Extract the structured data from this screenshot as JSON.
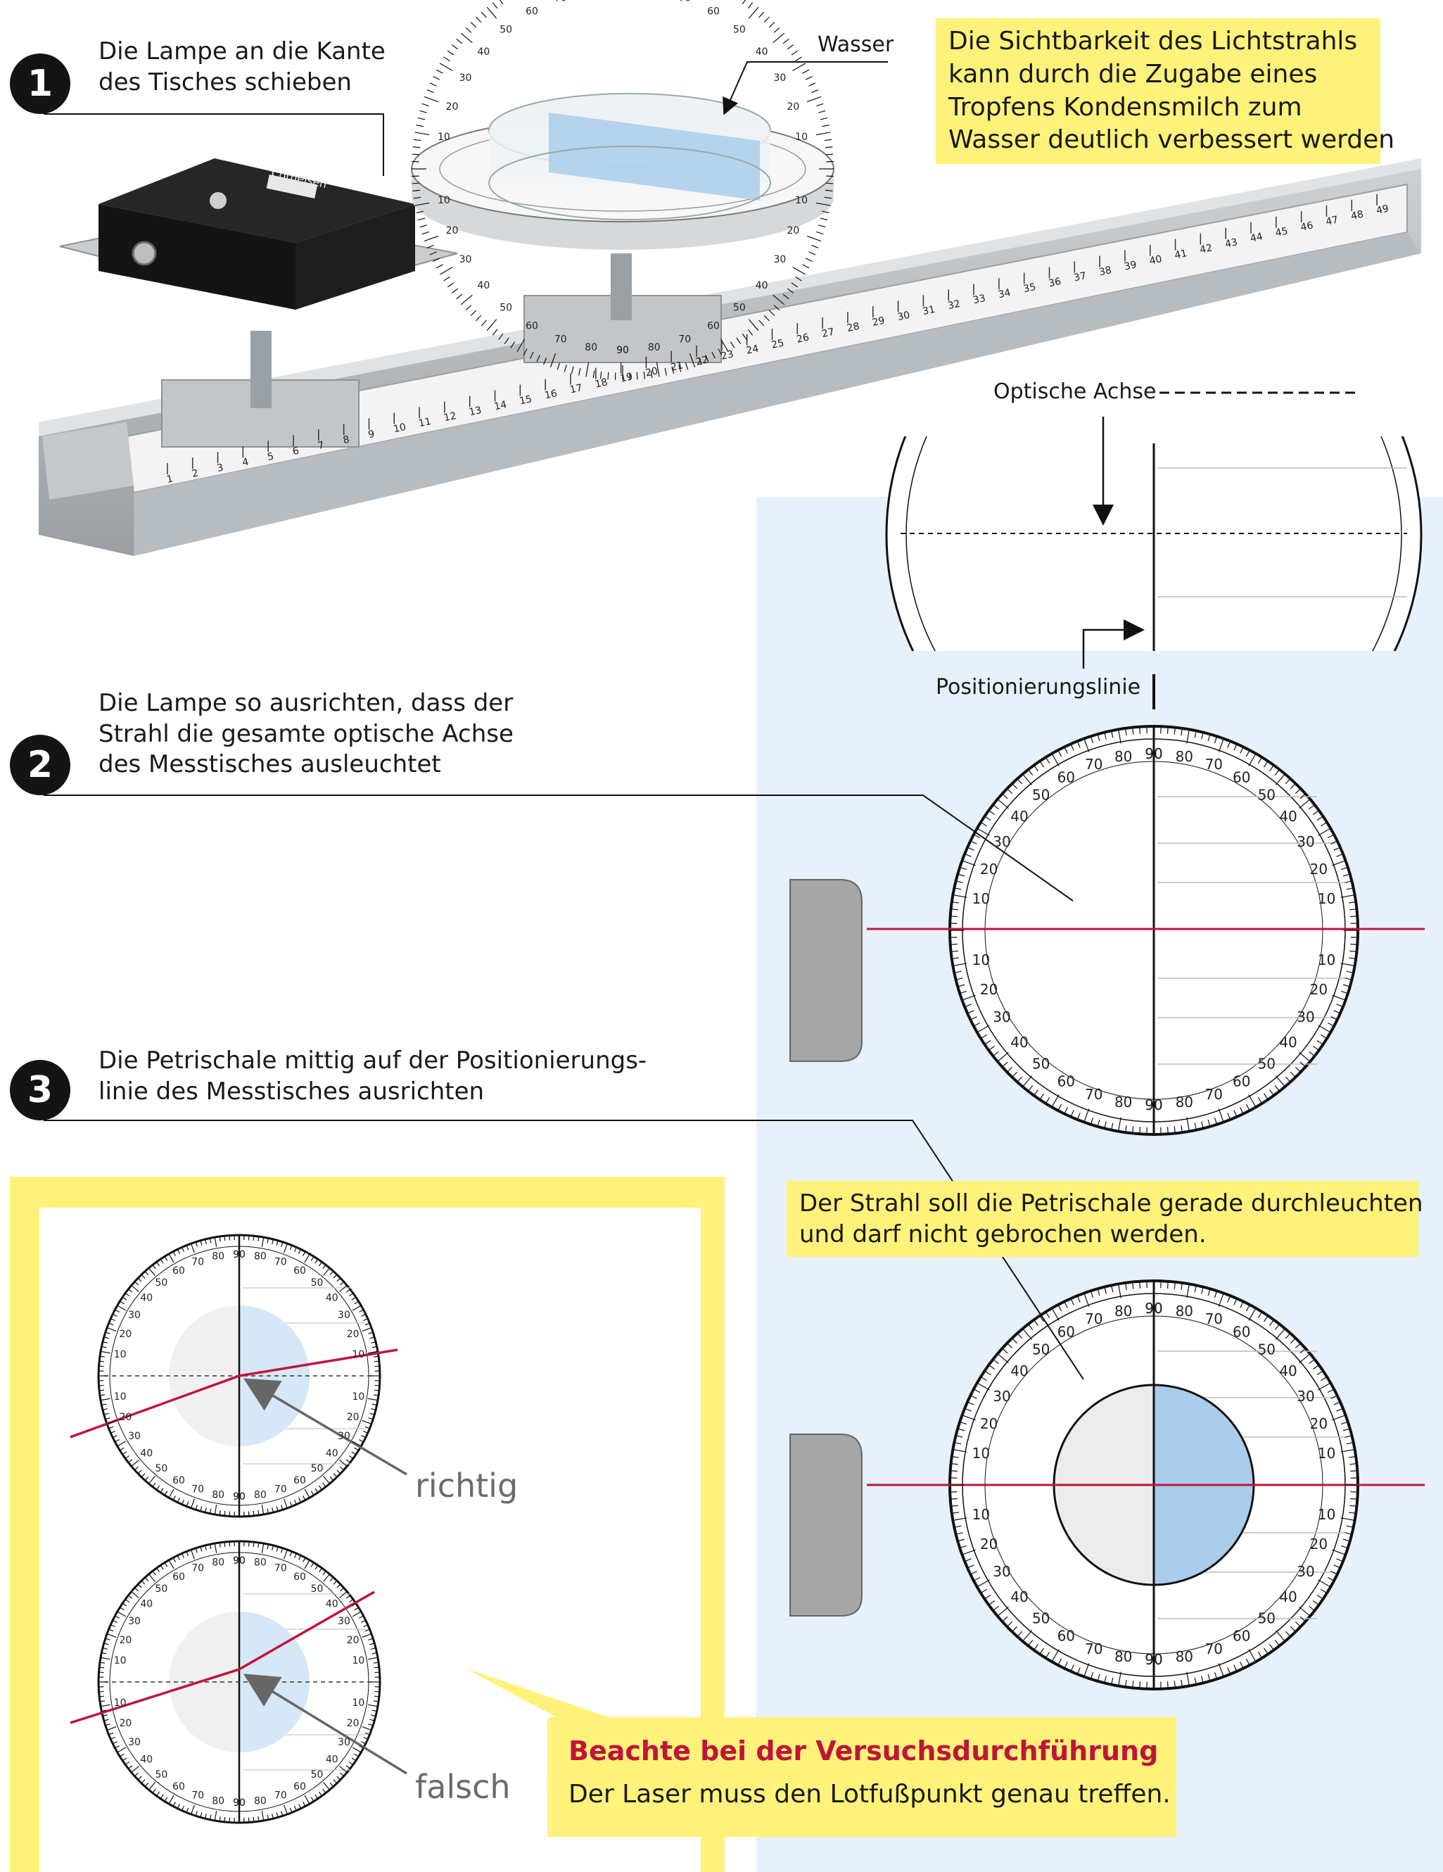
{
  "steps": [
    {
      "number": "1",
      "line1": "Die Lampe an die Kante",
      "line2": "des Tisches schieben"
    },
    {
      "number": "2",
      "line1": "Die Lampe so ausrichten, dass der",
      "line2": "Strahl die gesamte optische Achse",
      "line3": "des Messtisches ausleuchtet"
    },
    {
      "number": "3",
      "line1": "Die Petrischale mittig auf der Positionierungs-",
      "line2": "linie des Messtisches ausrichten"
    }
  ],
  "labels": {
    "water": "Wasser",
    "optical_axis": "Optische Achse",
    "positioning_line": "Positionierungslinie",
    "correct": "richtig",
    "wrong": "falsch"
  },
  "callouts": {
    "visibility": {
      "line1": "Die Sichtbarkeit des Lichtstrahls",
      "line2": "kann durch die Zugabe eines",
      "line3": "Tropfens Kondensmilch zum",
      "line4": "Wasser deutlich verbessert werden"
    },
    "beam": {
      "line1": "Der Strahl soll die Petrischale gerade durchleuchten",
      "line2": "und darf nicht gebrochen werden."
    }
  },
  "note": {
    "title": "Beachte bei der Versuchsdurchführung",
    "body": "Der Laser muss den Lotfußpunkt genau treffen."
  },
  "device": {
    "brand": "Cornelsen"
  },
  "ruler": {
    "numbers": [
      "1",
      "2",
      "3",
      "4",
      "5",
      "6",
      "7",
      "8",
      "9",
      "10",
      "11",
      "12",
      "13",
      "14",
      "15",
      "16",
      "17",
      "18",
      "19",
      "20",
      "21",
      "22",
      "23",
      "24",
      "25",
      "26",
      "27",
      "28",
      "29",
      "30",
      "31",
      "32",
      "33",
      "34",
      "35",
      "36",
      "37",
      "38",
      "39",
      "40",
      "41",
      "42",
      "43",
      "44",
      "45",
      "46",
      "47",
      "48",
      "49"
    ]
  },
  "protractor": {
    "tick_labels": [
      "10",
      "20",
      "30",
      "40",
      "50",
      "60",
      "70",
      "80",
      "90"
    ]
  },
  "colors": {
    "accent_yellow": "#fff27a",
    "panel_blue": "#e6f1fb",
    "beam_red": "#c0143c",
    "water_blue": "#a9cdea",
    "dish_grey": "#ececec",
    "lamp_grey": "#a6a6a6"
  }
}
